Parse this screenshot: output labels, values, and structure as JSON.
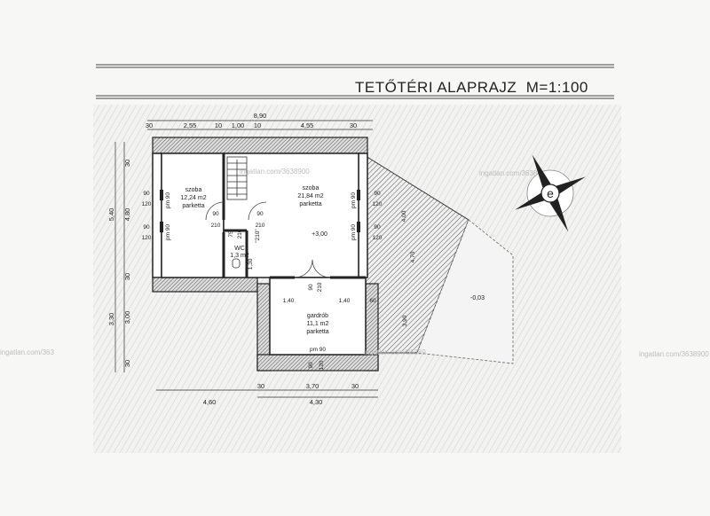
{
  "title": "TETŐTÉRI ALAPRAJZ  M=1:100",
  "watermarks": [
    "ingatlan.com/3638900",
    "ingatlan.com/363",
    "ingatlan.com/3638900",
    "ingatlan.com/36389",
    "ingatlan.com/3638"
  ],
  "dims_top": {
    "total": "8,90",
    "d30a": "30",
    "d255": "2,55",
    "d10a": "10",
    "d100": "1,00",
    "d10b": "10",
    "d455": "4,55",
    "d30b": "30"
  },
  "dims_left": {
    "d30a": "30",
    "d540": "5,40",
    "d480": "4,80",
    "d30b": "30",
    "d330": "3,30",
    "d300": "3,00",
    "d30c": "30"
  },
  "dims_bottom": {
    "d30a": "30",
    "d370": "3,70",
    "d30b": "30",
    "d430": "4,30",
    "d460": "4,60"
  },
  "rooms": {
    "szoba1": {
      "name": "szoba",
      "area": "12,24 m2",
      "floor": "parketta"
    },
    "szoba2": {
      "name": "szoba",
      "area": "21,84 m2",
      "floor": "parketta"
    },
    "wc": {
      "name": "WC",
      "area": "1,3 m2"
    },
    "gardrob": {
      "name": "gardrób",
      "area": "11,1 m2",
      "floor": "parketta"
    }
  },
  "openings": {
    "w90a": "90",
    "w120a": "120",
    "pm90a": "pm 90",
    "w90b": "90",
    "w120b": "120",
    "pm90b": "pm 90",
    "w90c": "90",
    "w120c": "120",
    "pm90c": "pm 90",
    "w90d": "90",
    "w120d": "120",
    "pm90d": "pm 90",
    "door90a": "90",
    "door210a": "210",
    "door90b": "90",
    "door210b": "210",
    "wc75": "75",
    "wc210": "210",
    "wc130": "1,30",
    "g140a": "1,40",
    "g90": "90",
    "g210": "210",
    "g140b": "1,40",
    "g60": "60",
    "gpm90": "pm 90",
    "g90b": "90",
    "g120b": "120",
    "stair_label": "\"210\""
  },
  "levels": {
    "l1": "+3,00",
    "l2": "-0,03"
  },
  "roof": {
    "r1": "4,00",
    "r2": "4,70",
    "r3": "3,90"
  }
}
